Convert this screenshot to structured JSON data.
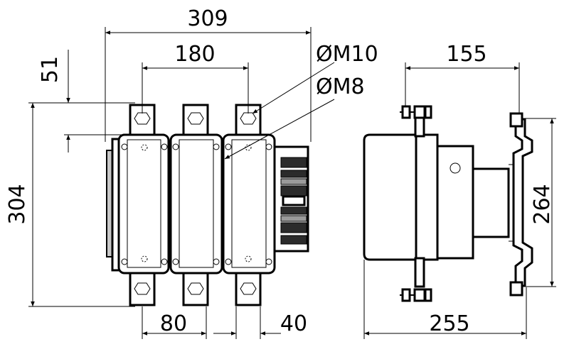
{
  "dimensions": {
    "overall_width": "309",
    "pole_pitch_span": "180",
    "diameter_m10": "ØM10",
    "diameter_m8": "ØM8",
    "top_offset": "51",
    "overall_height": "304",
    "terminal_width": "80",
    "terminal_offset": "40",
    "side_depth_top": "155",
    "side_height": "264",
    "side_depth_bottom": "255"
  }
}
